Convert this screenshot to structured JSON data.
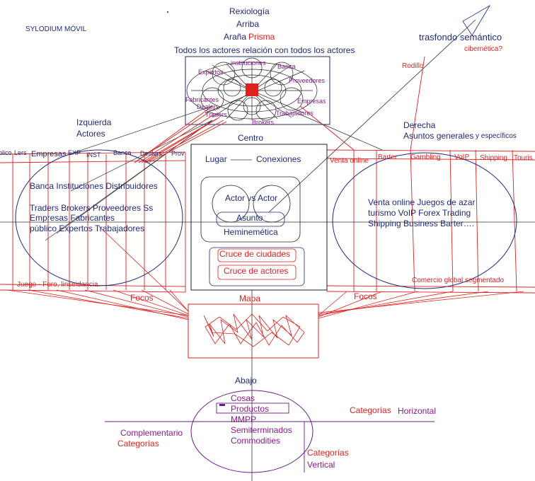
{
  "colors": {
    "navy": "#1f2a78",
    "red": "#e0201f",
    "purple": "#8a1a8a",
    "line": "#222222"
  },
  "header": {
    "brand": "SYLODIUM MÓVIL",
    "title_line1": "Rexiología",
    "title_line2": "Arriba",
    "title_line3_a": "Araña",
    "title_line3_b": "Prisma",
    "actors_all": "Todos los actores relación con todos los actores"
  },
  "top_right": {
    "semantic": "trasfondo semántico",
    "cyber": "cibernética?",
    "rodillo": "Rodillo"
  },
  "spider_labels": [
    "instituciones",
    "Banca",
    "Expertos",
    "Proveedores",
    "Empresas",
    "Fabricantes",
    "Dealers",
    "Trabajadores",
    "Traders",
    "Brokers"
  ],
  "left": {
    "heading1": "Izquierda",
    "heading2": "Actores",
    "bar_labels": [
      "público",
      "Lers",
      "Empresas",
      "EXP",
      "INST",
      "Banca",
      "Dealers",
      "Prov"
    ],
    "ellipse_lines": [
      "Banca  Instituciones  Distribuidores",
      "Traders  Brokers  Proveedores Ss",
      "Empresas   Fabricantes",
      "público  Expertos  Trabajadores"
    ],
    "bottom": "Juego - Foro, linseidancia",
    "focos": "Focos"
  },
  "center": {
    "heading": "Centro",
    "lugar": "Lugar",
    "conexiones": "Conexiones",
    "actor_vs_actor": "Actor vs Actor",
    "asunto": "Asunto",
    "heminemetica": "Heminemética",
    "cruce_ciudades": "Cruce de ciudades",
    "cruce_actores": "Cruce de actores",
    "mapa": "Mapa"
  },
  "right": {
    "heading1": "Derecha",
    "heading2": "Asuntos generales",
    "heading2_b": "y específicos",
    "bar_labels": [
      "Venta online",
      "Barter",
      "Gambling",
      "VoIP",
      "Shipping",
      "Touris"
    ],
    "ellipse_lines": [
      "Venta online  Juegos de azar",
      "turismo  VoIP  Forex Trading",
      "Shipping Business  Barter…."
    ],
    "bottom": "Comercio global segmentado",
    "focos": "Focos"
  },
  "bottom": {
    "heading": "Abajo",
    "items": [
      "Cosas",
      "Productos",
      "MMPP",
      "Semiterminados",
      "Commodities"
    ],
    "complementario": "Complementario",
    "categorias_left": "Categorías",
    "categorias_right": "Categorías",
    "horizontal": "Horizontal",
    "categorias_vertical": "Categorías",
    "vertical": "Vertical"
  }
}
